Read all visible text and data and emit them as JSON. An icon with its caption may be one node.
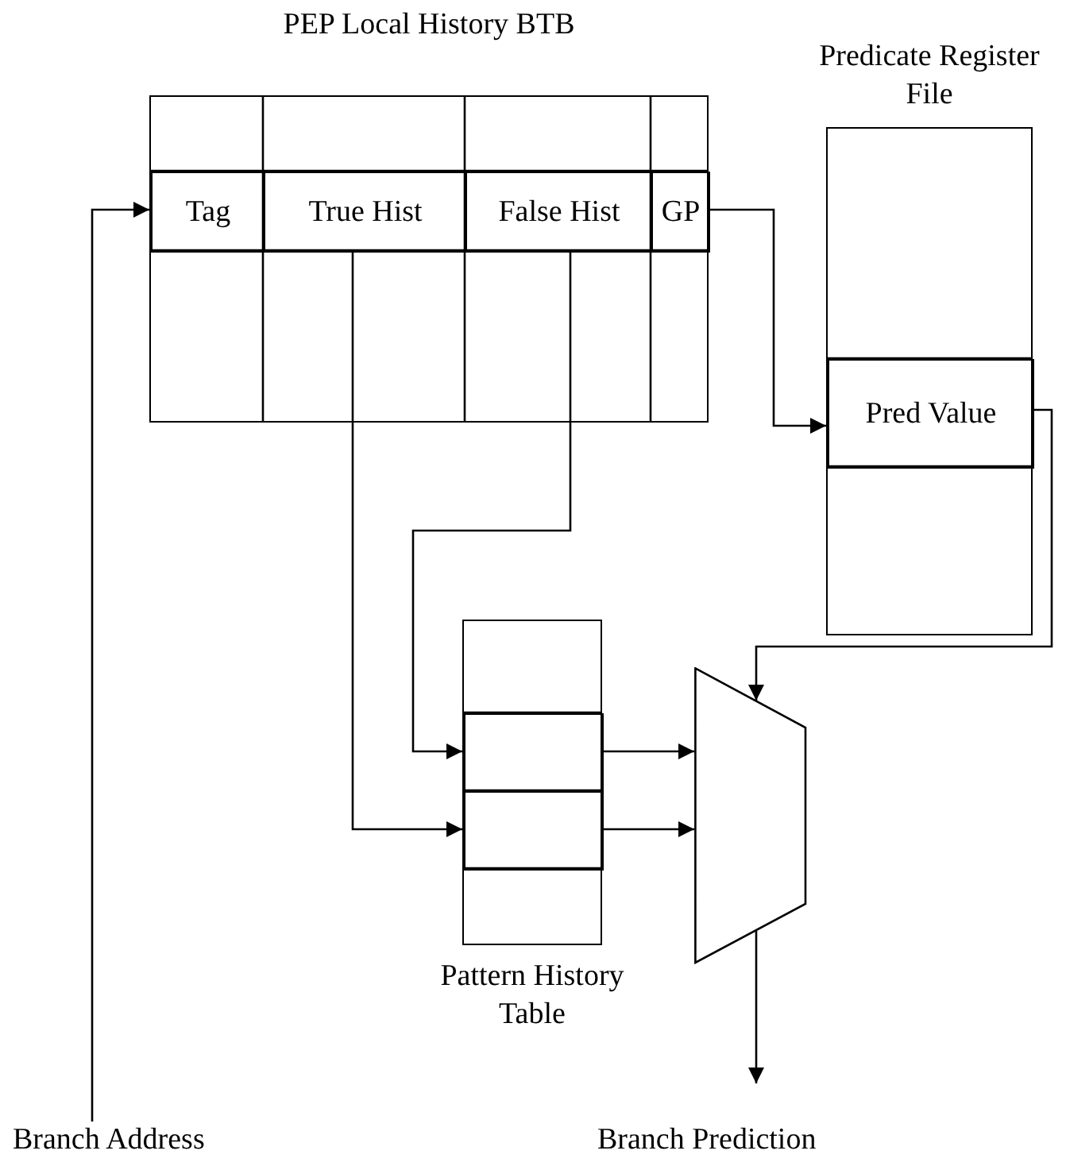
{
  "diagram": {
    "nodes": [
      {
        "text": [
          "PEP Local History BTB"
        ]
      },
      {
        "text": [
          "Tag"
        ],
        "in": 0
      },
      {
        "text": [
          "True Hist"
        ],
        "in": 0
      },
      {
        "text": [
          "False Hist"
        ],
        "in": 0
      },
      {
        "text": [
          "GP"
        ],
        "in": 0
      },
      {
        "text": [
          "Predicate Register File"
        ]
      },
      {
        "text": [
          "Pred Value"
        ],
        "in": 5
      },
      {
        "text": [
          "Pattern History Table"
        ]
      },
      {
        "text": [],
        "shape": "box",
        "in": 7
      },
      {
        "text": [],
        "shape": "box",
        "in": 7
      },
      {
        "text": [],
        "shape": "trapezoid"
      },
      {
        "text": [
          "Branch Address"
        ]
      },
      {
        "text": [
          "Branch Prediction"
        ]
      }
    ],
    "edges": [
      {
        "from": 11,
        "to": 1,
        "arrow": "to"
      },
      {
        "from": 4,
        "to": 6,
        "arrow": "to"
      },
      {
        "from": 6,
        "to": 10,
        "arrow": "to"
      },
      {
        "from": 3,
        "to": 8,
        "arrow": "to"
      },
      {
        "from": 2,
        "to": 9,
        "arrow": "to"
      },
      {
        "from": 8,
        "to": 10,
        "arrow": "to"
      },
      {
        "from": 9,
        "to": 10,
        "arrow": "to"
      },
      {
        "from": 10,
        "to": 12,
        "arrow": "to"
      }
    ]
  }
}
